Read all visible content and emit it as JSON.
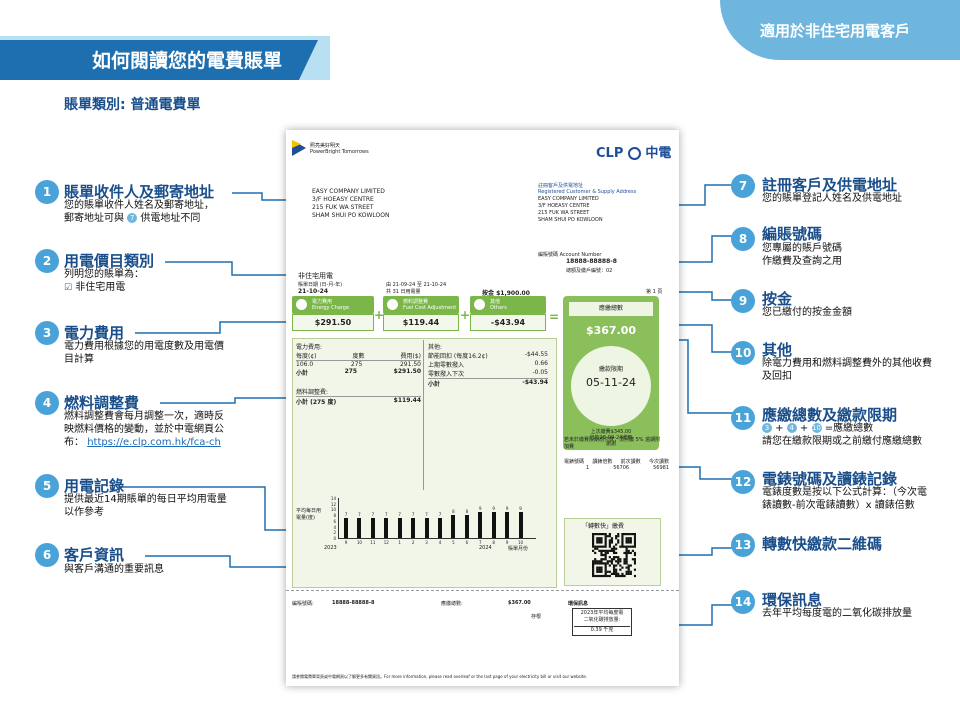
{
  "header": {
    "audience": "適用於非住宅用電客戶",
    "title": "如何閱讀您的電費賬單",
    "bill_type": "賬單類別: 普通電費單"
  },
  "annotations": [
    {
      "num": "1",
      "title": "賬單收件人及郵寄地址",
      "desc1": "您的賬單收件人姓名及郵寄地址，",
      "desc2": "郵寄地址可與",
      "desc2b": "供電地址不同",
      "chip": "7"
    },
    {
      "num": "2",
      "title": "用電價目類別",
      "desc1": "列明您的賬單為：",
      "desc2": "非住宅用電"
    },
    {
      "num": "3",
      "title": "電力費用",
      "desc1": "電力費用根據您的用電度數及用電價",
      "desc2": "目計算"
    },
    {
      "num": "4",
      "title": "燃料調整費",
      "desc1": "燃料調整費會每月調整一次，適時反",
      "desc2": "映燃料價格的變動，並於中電網頁公",
      "desc3": "布：",
      "link": "https://e.clp.com.hk/fca-ch"
    },
    {
      "num": "5",
      "title": "用電記錄",
      "desc1": "提供最近14期賬單的每日平均用電量",
      "desc2": "以作參考"
    },
    {
      "num": "6",
      "title": "客戶資訊",
      "desc1": "與客戶溝通的重要訊息"
    },
    {
      "num": "7",
      "title": "註冊客戶及供電地址",
      "desc1": "您的賬單登記人姓名及供電地址"
    },
    {
      "num": "8",
      "title": "編賬號碼",
      "desc1": "您專屬的賬戶號碼",
      "desc2": "作繳費及查詢之用"
    },
    {
      "num": "9",
      "title": "按金",
      "desc1": "您已繳付的按金金額"
    },
    {
      "num": "10",
      "title": "其他",
      "desc1": "除電力費用和燃料調整費外的其他收費",
      "desc2": "及回扣"
    },
    {
      "num": "11",
      "title": "應繳總數及繳款限期",
      "chips": [
        "3",
        "4",
        "10"
      ],
      "desc1": "=應繳總數",
      "desc2": "請您在繳款限期或之前繳付應繳總數"
    },
    {
      "num": "12",
      "title": "電錶號碼及讀錶記錄",
      "desc1": "電錶度數是按以下公式計算：（今次電",
      "desc2": "錶讀數-前次電錶讀數）x 讀錶倍數"
    },
    {
      "num": "13",
      "title": "轉數快繳款二維碼"
    },
    {
      "num": "14",
      "title": "環保訊息",
      "desc1": "去年平均每度電的二氧化碳排放量"
    }
  ],
  "bill": {
    "slogan": "PowerBright Tomorrows",
    "slogan_cn": "照亮美好明天",
    "brand": "CLP",
    "brand_cn": "中電",
    "mail": [
      "EASY COMPANY LIMITED",
      "3/F HOEASY CENTRE",
      "215 FUK WA STREET",
      "SHAM SHUI PO KOWLOON"
    ],
    "reg_label": "註冊客戶及供電地址",
    "reg_label_en": "Registered Customer & Supply Address",
    "reg": [
      "EASY COMPANY LIMITED",
      "3/F HOEASY CENTRE",
      "215 FUK WA STREET",
      "SHAM SHUI PO KOWLOON"
    ],
    "acct_label": "編賬號碼 Account Number",
    "acct": "18888-88888-8",
    "acct_sub": "總額及繳戶編號：02",
    "tariff": "非住宅用電",
    "bill_date_label": "賬單日期 (日-月-年)",
    "bill_date": "21-10-24",
    "period": "由 21-09-24 至 21-10-24",
    "days": "共 31 日用電量",
    "deposit": "按金 $1,900.00",
    "page": "第 1 頁",
    "energy_label": "電力費用",
    "energy_label_en": "Energy Charge",
    "energy_value": "$291.50",
    "fuel_label": "燃料調整費",
    "fuel_label_en": "Fuel Cost Adjustment",
    "fuel_value": "$119.44",
    "other_label": "其他",
    "other_label_en": "Others",
    "other_value": "-$43.94",
    "total_label": "應繳總數",
    "total_value": "$367.00",
    "due_label": "繳款限期",
    "due_date": "05-11-24",
    "prev_bill": "上次繳費$345.00",
    "prev_paid": "已於26-09-24收到",
    "thanks": "謝謝",
    "ec_title": "電力費用:",
    "ec_rows": [
      [
        "每度(¢)",
        "度數",
        "費用($)"
      ],
      [
        "106.0",
        "275",
        "291.50"
      ],
      [
        "小計",
        "275",
        "$291.50"
      ]
    ],
    "fca_title": "燃料調整費:",
    "fca_row": [
      "小計 (275 度)",
      "$119.44"
    ],
    "oth_title": "其他:",
    "oth_rows": [
      [
        "節能回扣 (每度16.2¢)",
        "-$44.55"
      ],
      [
        "上期零數撥入",
        "0.66"
      ],
      [
        "零數撥入下次",
        "-0.05"
      ],
      [
        "小計",
        "-$43.94"
      ]
    ],
    "late_note": "若未於繳費限期前付款，須另繳 5% 逾期附加費",
    "meter_headers": [
      "電錶號碼",
      "讀錶倍數",
      "前次讀數",
      "今次讀數"
    ],
    "meter_values": [
      "1",
      "56706",
      "56981"
    ],
    "chart_ylabel": "平均每日用電量(度)",
    "chart_yticks": [
      "14",
      "12",
      "10",
      "8",
      "6",
      "4",
      "2",
      "0"
    ],
    "chart_year_a": "2023",
    "chart_year_b": "2024",
    "chart_xlabel": "賬單月份",
    "fps_title": "「轉數快」繳費",
    "footer_acct_label": "編賬號碼:",
    "footer_acct": "18888-88888-8",
    "footer_total_label": "應繳總數:",
    "footer_total": "$367.00",
    "footer_note": "存根",
    "eco_label": "環保訊息",
    "eco_line1": "2023年平均每度電",
    "eco_line2": "二氧化碳排放量:",
    "eco_value": "0.39 千克",
    "bottom_text": "請參閱電費單背頁或中電網頁以了解更多有關資訊。For more information, please read overleaf or the last page of your electricity bill or visit our website."
  },
  "chart_data": {
    "type": "bar",
    "categories": [
      "9",
      "10",
      "11",
      "12",
      "1",
      "2",
      "3",
      "4",
      "5",
      "6",
      "7",
      "8",
      "9",
      "10"
    ],
    "values": [
      7,
      7,
      7,
      7,
      7,
      7,
      7,
      7,
      8,
      8,
      9,
      9,
      9,
      9
    ],
    "ylim": [
      0,
      14
    ],
    "ylabel": "平均每日用電量(度)",
    "xlabel": "賬單月份"
  },
  "colors": {
    "primary": "#1e6fb0",
    "accent": "#4aa3d8",
    "bill_green": "#7ab648"
  }
}
